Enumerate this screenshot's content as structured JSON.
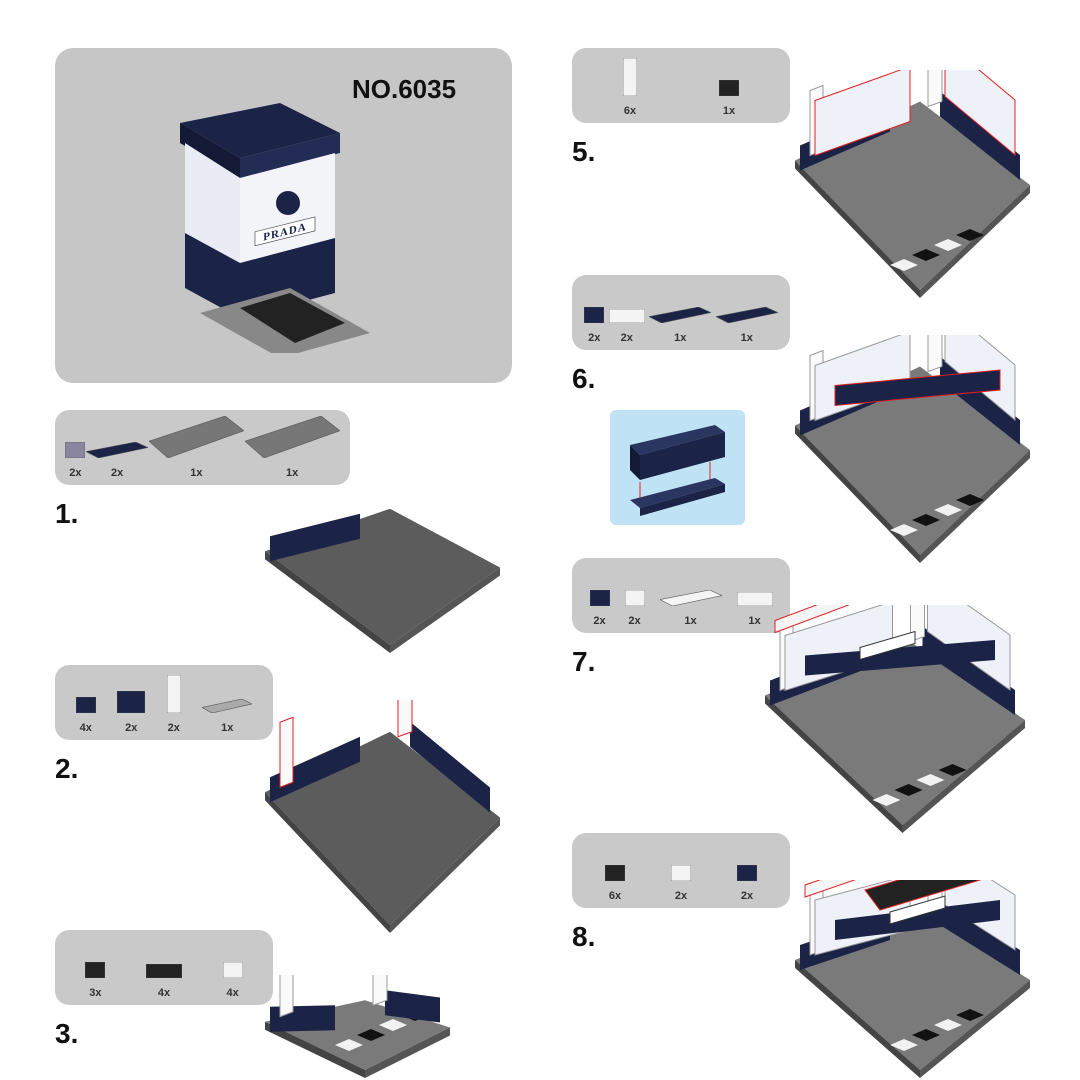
{
  "cover": {
    "model_number": "NO.6035",
    "sign": "PRADA"
  },
  "steps": [
    {
      "number": "1.",
      "parts": [
        {
          "qty": "2x",
          "kind": "lavender-small"
        },
        {
          "qty": "2x",
          "kind": "navy-plate-long"
        },
        {
          "qty": "1x",
          "kind": "gray-plate-large"
        },
        {
          "qty": "1x",
          "kind": "gray-plate-large"
        }
      ]
    },
    {
      "number": "2.",
      "parts": [
        {
          "qty": "4x",
          "kind": "navy-brick-1x1"
        },
        {
          "qty": "2x",
          "kind": "navy-brick-1x2"
        },
        {
          "qty": "2x",
          "kind": "white-column"
        },
        {
          "qty": "1x",
          "kind": "lightgray-tile"
        }
      ]
    },
    {
      "number": "3.",
      "parts": [
        {
          "qty": "3x",
          "kind": "black-slope"
        },
        {
          "qty": "4x",
          "kind": "black-plate"
        },
        {
          "qty": "4x",
          "kind": "white-tile"
        }
      ]
    },
    {
      "number": "5.",
      "parts": [
        {
          "qty": "6x",
          "kind": "white-window"
        },
        {
          "qty": "1x",
          "kind": "black-grille"
        }
      ]
    },
    {
      "number": "6.",
      "parts": [
        {
          "qty": "2x",
          "kind": "navy-brick-1x1"
        },
        {
          "qty": "2x",
          "kind": "white-plate"
        },
        {
          "qty": "1x",
          "kind": "navy-brick-long"
        },
        {
          "qty": "1x",
          "kind": "navy-plate-long"
        }
      ]
    },
    {
      "number": "7.",
      "parts": [
        {
          "qty": "2x",
          "kind": "navy-tile-small"
        },
        {
          "qty": "2x",
          "kind": "white-plate-small"
        },
        {
          "qty": "1x",
          "kind": "white-tile-long"
        },
        {
          "qty": "1x",
          "kind": "white-plate"
        }
      ]
    },
    {
      "number": "8.",
      "parts": [
        {
          "qty": "6x",
          "kind": "black-slope"
        },
        {
          "qty": "2x",
          "kind": "white-clip"
        },
        {
          "qty": "2x",
          "kind": "navy-round"
        }
      ]
    }
  ],
  "colors": {
    "panel": "#c9c9c9",
    "navy": "#1b2346",
    "base": "#6e6e6e",
    "inset": "#bfe3f5",
    "highlight": "#e02020"
  }
}
